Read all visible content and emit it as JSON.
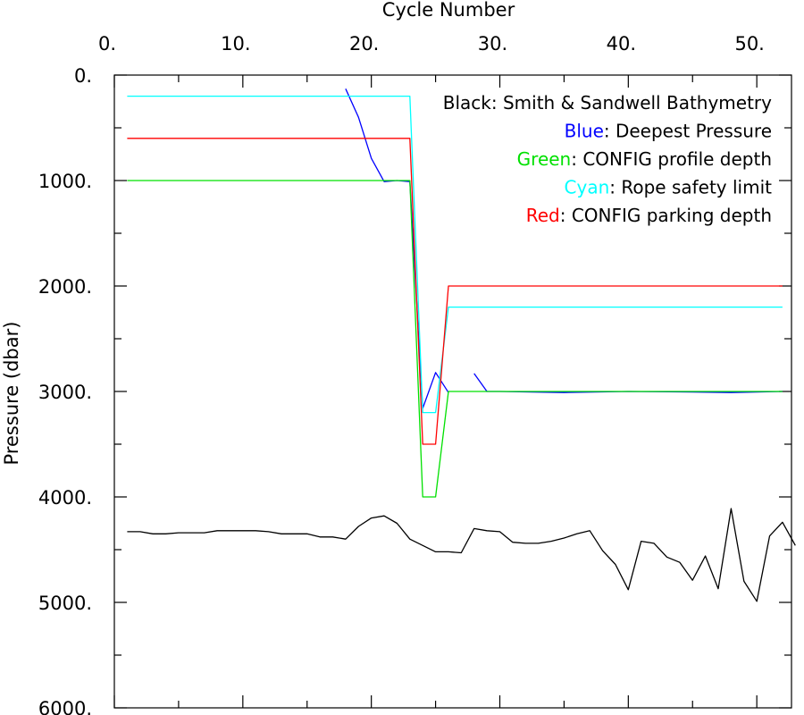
{
  "chart_data": {
    "type": "line",
    "title": "",
    "xlabel": "Cycle Number",
    "ylabel": "Pressure (dbar)",
    "xlim": [
      0,
      52.7
    ],
    "ylim": [
      6000,
      0
    ],
    "y_inverted": true,
    "x_axis_position": "top",
    "grid": false,
    "x_ticks": [
      0,
      10,
      20,
      30,
      40,
      50
    ],
    "x_tick_labels": [
      "0.",
      "10.",
      "20.",
      "30.",
      "40.",
      "50."
    ],
    "y_ticks": [
      0,
      1000,
      2000,
      3000,
      4000,
      5000,
      6000
    ],
    "y_tick_labels": [
      "0.",
      "1000.",
      "2000.",
      "3000.",
      "4000.",
      "5000.",
      "6000."
    ],
    "legend": [
      {
        "prefix": "Black",
        "rest": ": Smith & Sandwell Bathymetry",
        "color": "#000000"
      },
      {
        "prefix": "Blue",
        "rest": ": Deepest Pressure",
        "color": "#0000ff"
      },
      {
        "prefix": "Green",
        "rest": ": CONFIG profile depth",
        "color": "#00e000"
      },
      {
        "prefix": "Cyan",
        "rest": ": Rope safety limit",
        "color": "#00ffff"
      },
      {
        "prefix": "Red",
        "rest": ": CONFIG parking depth",
        "color": "#ff0000"
      }
    ],
    "series": [
      {
        "color": "#000000",
        "segments": [
          [
            [
              1,
              4330
            ],
            [
              2,
              4330
            ],
            [
              3,
              4350
            ],
            [
              4,
              4350
            ],
            [
              5,
              4340
            ],
            [
              6,
              4340
            ],
            [
              7,
              4340
            ],
            [
              8,
              4320
            ],
            [
              9,
              4320
            ],
            [
              10,
              4320
            ],
            [
              11,
              4320
            ],
            [
              12,
              4330
            ],
            [
              13,
              4350
            ],
            [
              14,
              4350
            ],
            [
              15,
              4350
            ],
            [
              16,
              4380
            ],
            [
              17,
              4380
            ],
            [
              18,
              4400
            ],
            [
              19,
              4280
            ],
            [
              20,
              4200
            ],
            [
              21,
              4180
            ],
            [
              22,
              4250
            ],
            [
              23,
              4400
            ],
            [
              24,
              4460
            ],
            [
              25,
              4520
            ],
            [
              26,
              4520
            ],
            [
              27,
              4530
            ],
            [
              28,
              4300
            ],
            [
              29,
              4320
            ],
            [
              30,
              4330
            ],
            [
              31,
              4430
            ],
            [
              32,
              4440
            ],
            [
              33,
              4440
            ],
            [
              34,
              4420
            ],
            [
              35,
              4390
            ],
            [
              36,
              4350
            ],
            [
              37,
              4320
            ],
            [
              38,
              4510
            ],
            [
              39,
              4640
            ],
            [
              40,
              4880
            ],
            [
              41,
              4420
            ],
            [
              42,
              4440
            ],
            [
              43,
              4570
            ],
            [
              44,
              4620
            ],
            [
              45,
              4790
            ],
            [
              46,
              4560
            ],
            [
              47,
              4870
            ],
            [
              48,
              4110
            ],
            [
              49,
              4800
            ],
            [
              50,
              4990
            ],
            [
              51,
              4370
            ],
            [
              52,
              4240
            ],
            [
              53,
              4460
            ]
          ]
        ]
      },
      {
        "color": "#0000ff",
        "segments": [
          [
            [
              18,
              130
            ],
            [
              19,
              400
            ],
            [
              20,
              790
            ],
            [
              21,
              1010
            ],
            [
              22,
              1000
            ],
            [
              23,
              1010
            ],
            [
              24,
              3160
            ],
            [
              25,
              2820
            ],
            [
              26,
              3010
            ]
          ],
          [
            [
              28,
              2830
            ],
            [
              29,
              3000
            ],
            [
              30,
              3000
            ],
            [
              35,
              3010
            ],
            [
              40,
              3000
            ],
            [
              45,
              3005
            ],
            [
              48,
              3010
            ],
            [
              52,
              3000
            ]
          ]
        ]
      },
      {
        "color": "#00e000",
        "segments": [
          [
            [
              1,
              1000
            ],
            [
              23,
              1000
            ],
            [
              24,
              4000
            ],
            [
              25,
              4000
            ],
            [
              26,
              3000
            ],
            [
              52,
              3000
            ]
          ]
        ]
      },
      {
        "color": "#00ffff",
        "segments": [
          [
            [
              1,
              200
            ],
            [
              23,
              200
            ],
            [
              24,
              3200
            ],
            [
              25,
              3200
            ],
            [
              26,
              2200
            ],
            [
              52,
              2200
            ]
          ]
        ]
      },
      {
        "color": "#ff0000",
        "segments": [
          [
            [
              1,
              600
            ],
            [
              23,
              600
            ],
            [
              24,
              3500
            ],
            [
              25,
              3500
            ],
            [
              26,
              2000
            ],
            [
              52,
              2000
            ]
          ]
        ]
      }
    ]
  }
}
